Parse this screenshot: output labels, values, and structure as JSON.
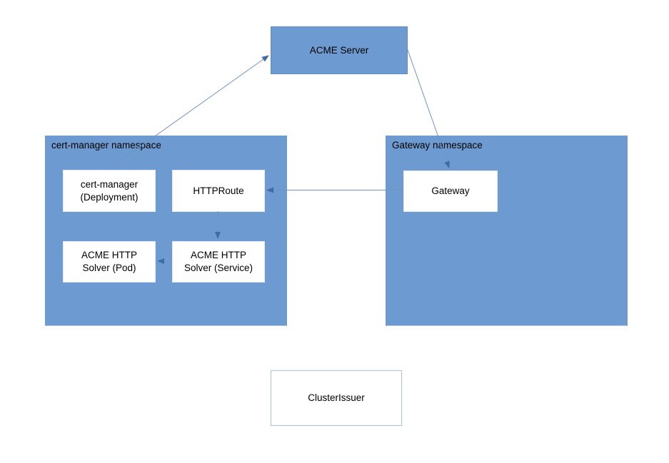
{
  "diagram": {
    "nodes": {
      "acme_server": {
        "label": "ACME Server"
      },
      "cert_manager_namespace": {
        "label": "cert-manager namespace"
      },
      "gateway_namespace": {
        "label": "Gateway namespace"
      },
      "cert_manager_deployment": {
        "label": "cert-manager\n(Deployment)"
      },
      "httproute": {
        "label": "HTTPRoute"
      },
      "acme_http_solver_pod": {
        "label": "ACME HTTP\nSolver (Pod)"
      },
      "acme_http_solver_service": {
        "label": "ACME HTTP\nSolver (Service)"
      },
      "gateway": {
        "label": "Gateway"
      },
      "cluster_issuer": {
        "label": "ClusterIssuer"
      }
    },
    "edges": [
      {
        "from": "cert-manager (Deployment)",
        "to": "ACME Server"
      },
      {
        "from": "ACME Server",
        "to": "Gateway"
      },
      {
        "from": "Gateway",
        "to": "HTTPRoute"
      },
      {
        "from": "HTTPRoute",
        "to": "ACME HTTP Solver (Service)"
      },
      {
        "from": "ACME HTTP Solver (Service)",
        "to": "ACME HTTP Solver (Pod)"
      }
    ],
    "colors": {
      "node_fill": "#6D9BD1",
      "node_border": "#5E8CC4",
      "white_node_fill": "#FFFFFF",
      "white_node_border": "#E3EBF4",
      "cluster_issuer_border": "#A6C3DE",
      "edge_line": "#7293C2",
      "edge_arrowhead": "#3E6CA4",
      "text": "#000000"
    }
  }
}
